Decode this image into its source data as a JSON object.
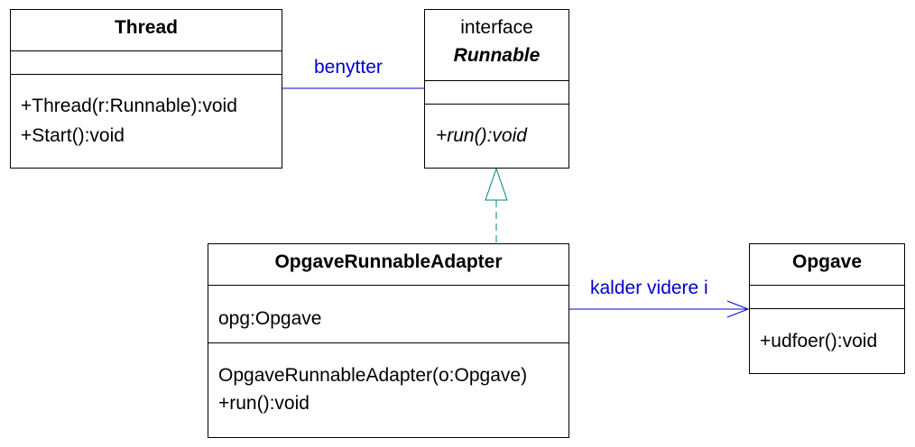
{
  "classes": {
    "thread": {
      "name": "Thread",
      "methods": [
        "+Thread(r:Runnable):void",
        "+Start():void"
      ]
    },
    "runnable": {
      "stereotype": "interface",
      "name": "Runnable",
      "methods": [
        "+run():void"
      ]
    },
    "adapter": {
      "name": "OpgaveRunnableAdapter",
      "attributes": [
        "opg:Opgave"
      ],
      "methods": [
        "OpgaveRunnableAdapter(o:Opgave)",
        "+run():void"
      ]
    },
    "opgave": {
      "name": "Opgave",
      "methods": [
        "+udfoer():void"
      ]
    }
  },
  "relations": {
    "uses": "benytter",
    "calls": "kalder videre i"
  },
  "colors": {
    "association": "#0000cc",
    "realization": "#008080"
  }
}
